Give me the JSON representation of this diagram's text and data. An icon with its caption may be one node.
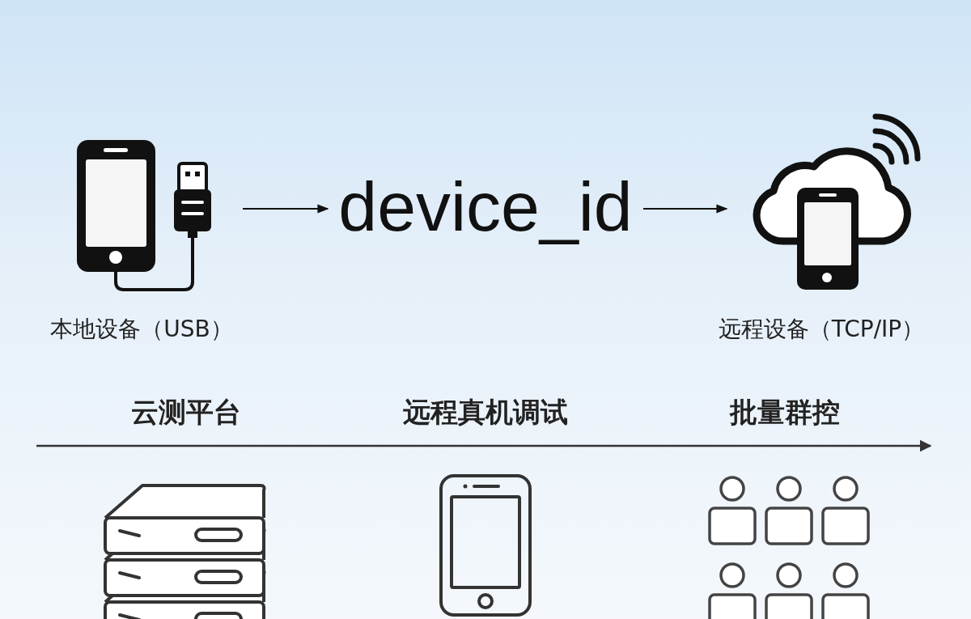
{
  "diagram": {
    "nodes": [
      {
        "text": [],
        "shape": "picture",
        "beside": [
          "本地设备（USB）"
        ]
      },
      {
        "text": [
          "device_id"
        ]
      },
      {
        "text": [],
        "shape": "picture",
        "beside": [
          "远程设备（TCP/IP）"
        ]
      }
    ],
    "edges": [
      {
        "from": 0,
        "to": 1,
        "arrow": "to"
      },
      {
        "from": 1,
        "to": 2,
        "arrow": "to"
      }
    ],
    "labels": [
      "云测平台",
      "远程真机调试",
      "批量群控"
    ]
  }
}
